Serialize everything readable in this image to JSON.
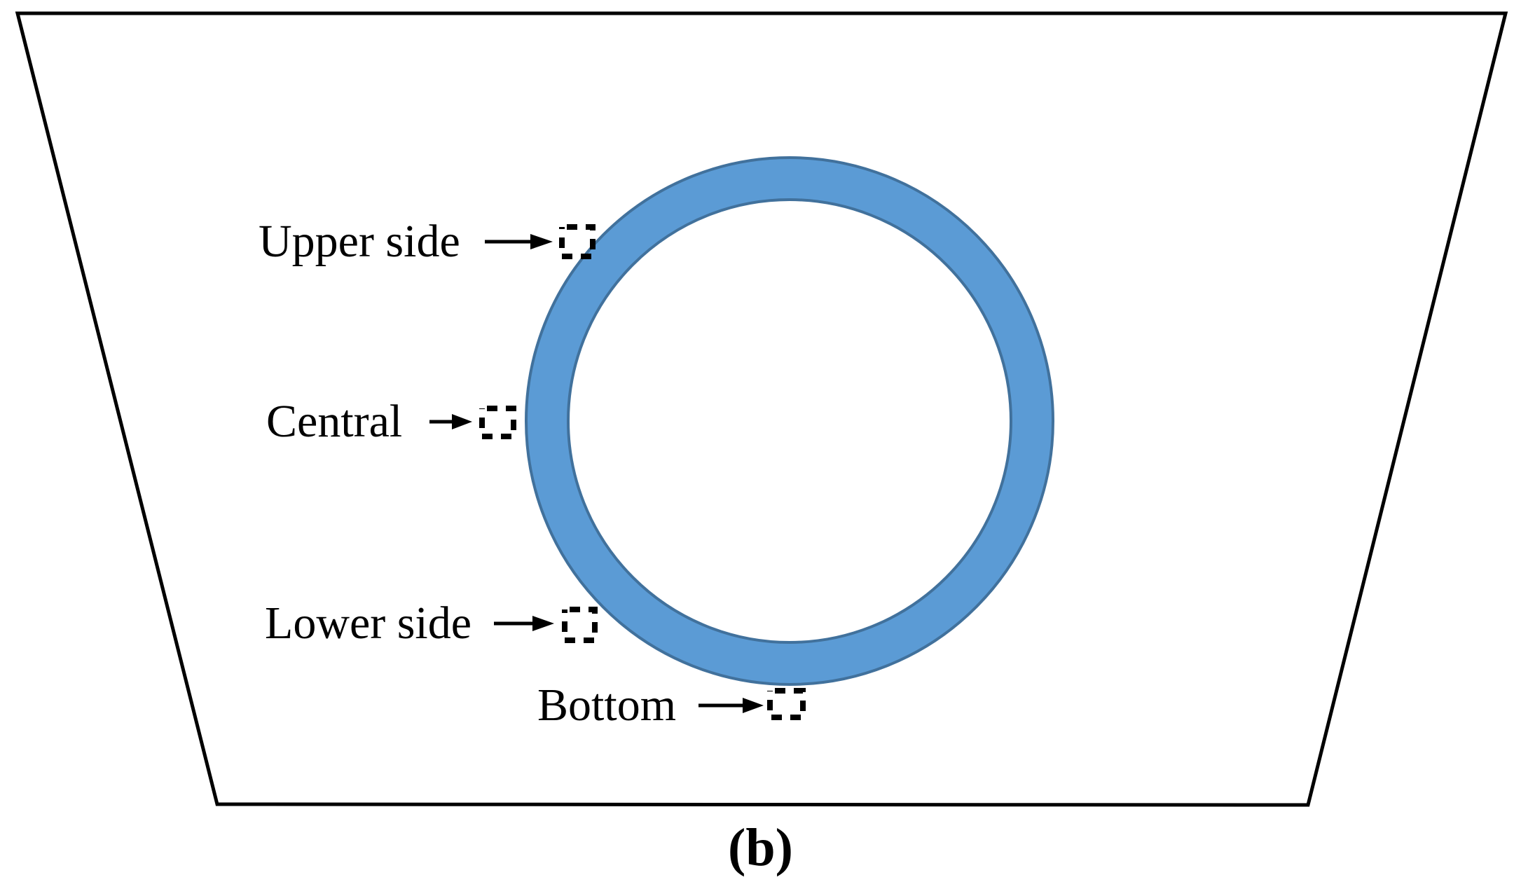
{
  "figure": {
    "caption": "(b)",
    "labels": {
      "upper_side": "Upper side",
      "central": "Central",
      "lower_side": "Lower side",
      "bottom": "Bottom"
    },
    "colors": {
      "ring_fill": "#5B9BD5",
      "ring_border": "#41719C",
      "outline": "#000000",
      "ink": "#000000"
    }
  }
}
